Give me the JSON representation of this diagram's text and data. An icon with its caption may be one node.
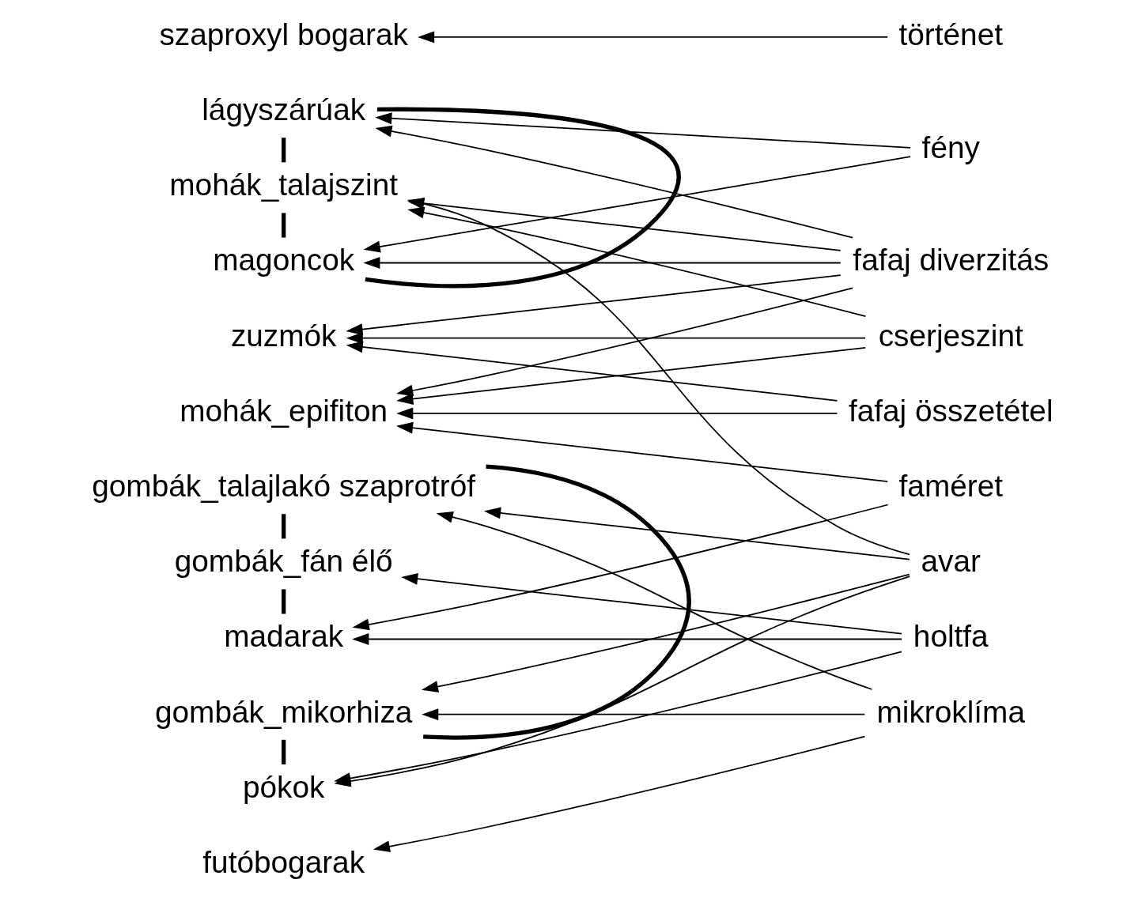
{
  "diagram": {
    "nodes": [
      {
        "text": [
          "lágyszárúak"
        ]
      },
      {
        "text": [
          "magoncok"
        ]
      },
      {
        "text": [
          "mohák_talajszint"
        ]
      },
      {
        "text": [
          "mohák_epifiton"
        ]
      },
      {
        "text": [
          "zuzmók"
        ]
      },
      {
        "text": [
          "gombák_talajlakó szaprotróf"
        ]
      },
      {
        "text": [
          "gombák_mikorhiza"
        ]
      },
      {
        "text": [
          "gombák_fán élő"
        ]
      },
      {
        "text": [
          "pókok"
        ]
      },
      {
        "text": [
          "madarak"
        ]
      },
      {
        "text": [
          "szaproxyl bogarak"
        ]
      },
      {
        "text": [
          "futóbogarak"
        ]
      },
      {
        "text": [
          "fény"
        ]
      },
      {
        "text": [
          "cserjeszint"
        ]
      },
      {
        "text": [
          "fafaj diverzitás"
        ]
      },
      {
        "text": [
          "fafaj összetétel"
        ]
      },
      {
        "text": [
          "avar"
        ]
      },
      {
        "text": [
          "mikroklíma"
        ]
      },
      {
        "text": [
          "holtfa"
        ]
      },
      {
        "text": [
          "faméret"
        ]
      },
      {
        "text": [
          "történet"
        ]
      }
    ],
    "edges": [
      {
        "from": 0,
        "to": 2,
        "arrow": "none",
        "style": "thick"
      },
      {
        "from": 0,
        "to": 1,
        "arrow": "none",
        "style": "thick"
      },
      {
        "from": 2,
        "to": 1,
        "arrow": "none",
        "style": "thick"
      },
      {
        "from": 5,
        "to": 7,
        "arrow": "none",
        "style": "thick"
      },
      {
        "from": 5,
        "to": 6,
        "arrow": "none",
        "style": "thick"
      },
      {
        "from": 7,
        "to": 9,
        "arrow": "none",
        "style": "thick"
      },
      {
        "from": 6,
        "to": 8,
        "arrow": "none",
        "style": "thick"
      },
      {
        "from": 12,
        "to": 0,
        "arrow": "to"
      },
      {
        "from": 12,
        "to": 1,
        "arrow": "to"
      },
      {
        "from": 13,
        "to": 2,
        "arrow": "to"
      },
      {
        "from": 13,
        "to": 3,
        "arrow": "to"
      },
      {
        "from": 13,
        "to": 4,
        "arrow": "to"
      },
      {
        "from": 14,
        "to": 0,
        "arrow": "to"
      },
      {
        "from": 14,
        "to": 1,
        "arrow": "to"
      },
      {
        "from": 14,
        "to": 2,
        "arrow": "to"
      },
      {
        "from": 14,
        "to": 3,
        "arrow": "to"
      },
      {
        "from": 14,
        "to": 4,
        "arrow": "to"
      },
      {
        "from": 15,
        "to": 3,
        "arrow": "to"
      },
      {
        "from": 15,
        "to": 4,
        "arrow": "to"
      },
      {
        "from": 16,
        "to": 2,
        "arrow": "to"
      },
      {
        "from": 16,
        "to": 5,
        "arrow": "to"
      },
      {
        "from": 16,
        "to": 6,
        "arrow": "to"
      },
      {
        "from": 16,
        "to": 8,
        "arrow": "to"
      },
      {
        "from": 17,
        "to": 5,
        "arrow": "to"
      },
      {
        "from": 17,
        "to": 6,
        "arrow": "to"
      },
      {
        "from": 17,
        "to": 11,
        "arrow": "to"
      },
      {
        "from": 18,
        "to": 7,
        "arrow": "to"
      },
      {
        "from": 18,
        "to": 9,
        "arrow": "to"
      },
      {
        "from": 18,
        "to": 8,
        "arrow": "to"
      },
      {
        "from": 19,
        "to": 3,
        "arrow": "to"
      },
      {
        "from": 19,
        "to": 9,
        "arrow": "to"
      },
      {
        "from": 20,
        "to": 10,
        "arrow": "to"
      }
    ]
  }
}
